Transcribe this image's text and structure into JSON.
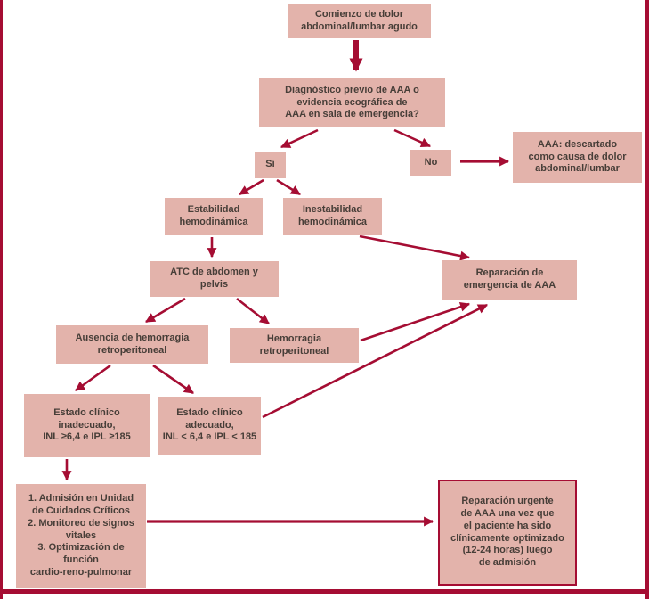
{
  "palette": {
    "crimson": "#a50d33",
    "box_fill": "#e3b3ab",
    "text_color": "#473e38",
    "background": "#ffffff"
  },
  "diagram": {
    "type": "flowchart",
    "nodes": {
      "comienzo": {
        "label": "Comienzo de dolor\nabdominal/lumbar agudo"
      },
      "diagnostico": {
        "label": "Diagnóstico previo de AAA o\nevidencia ecográfica de\nAAA en sala de emergencia?"
      },
      "si": {
        "label": "Sí"
      },
      "no": {
        "label": "No"
      },
      "descartado": {
        "label": "AAA: descartado\ncomo causa de dolor\nabdominal/lumbar"
      },
      "estabilidad": {
        "label": "Estabilidad\nhemodinámica"
      },
      "inestabilidad": {
        "label": "Inestabilidad\nhemodinámica"
      },
      "atc": {
        "label": "ATC de abdomen y\npelvis"
      },
      "reparacion_emergencia": {
        "label": "Reparación de\nemergencia de AAA"
      },
      "ausencia_hemorragia": {
        "label": "Ausencia de hemorragia\nretroperitoneal"
      },
      "hemorragia": {
        "label": "Hemorragia\nretroperitoneal"
      },
      "estado_inadecuado": {
        "label": "Estado clínico\ninadecuado,\nINL ≥6,4 e IPL ≥185"
      },
      "estado_adecuado": {
        "label": "Estado clínico\nadecuado,\nINL < 6,4 e IPL < 185"
      },
      "cuidados_criticos": {
        "label": "1. Admisión en Unidad\nde Cuidados Críticos\n2. Monitoreo de signos\nvitales\n3. Optimización de\nfunción\ncardio-reno-pulmonar"
      },
      "reparacion_urgente": {
        "label": "Reparación urgente\nde AAA una vez que\nel paciente ha sido\nclínicamente optimizado\n(12-24 horas) luego\nde admisión"
      }
    },
    "edges": [
      {
        "from": "comienzo",
        "to": "diagnostico"
      },
      {
        "from": "diagnostico",
        "to": "si"
      },
      {
        "from": "diagnostico",
        "to": "no"
      },
      {
        "from": "no",
        "to": "descartado"
      },
      {
        "from": "si",
        "to": "estabilidad"
      },
      {
        "from": "si",
        "to": "inestabilidad"
      },
      {
        "from": "estabilidad",
        "to": "atc"
      },
      {
        "from": "inestabilidad",
        "to": "reparacion_emergencia"
      },
      {
        "from": "atc",
        "to": "ausencia_hemorragia"
      },
      {
        "from": "atc",
        "to": "hemorragia"
      },
      {
        "from": "hemorragia",
        "to": "reparacion_emergencia"
      },
      {
        "from": "ausencia_hemorragia",
        "to": "estado_inadecuado"
      },
      {
        "from": "ausencia_hemorragia",
        "to": "estado_adecuado"
      },
      {
        "from": "estado_adecuado",
        "to": "reparacion_emergencia"
      },
      {
        "from": "estado_inadecuado",
        "to": "cuidados_criticos"
      },
      {
        "from": "cuidados_criticos",
        "to": "reparacion_urgente"
      }
    ]
  }
}
